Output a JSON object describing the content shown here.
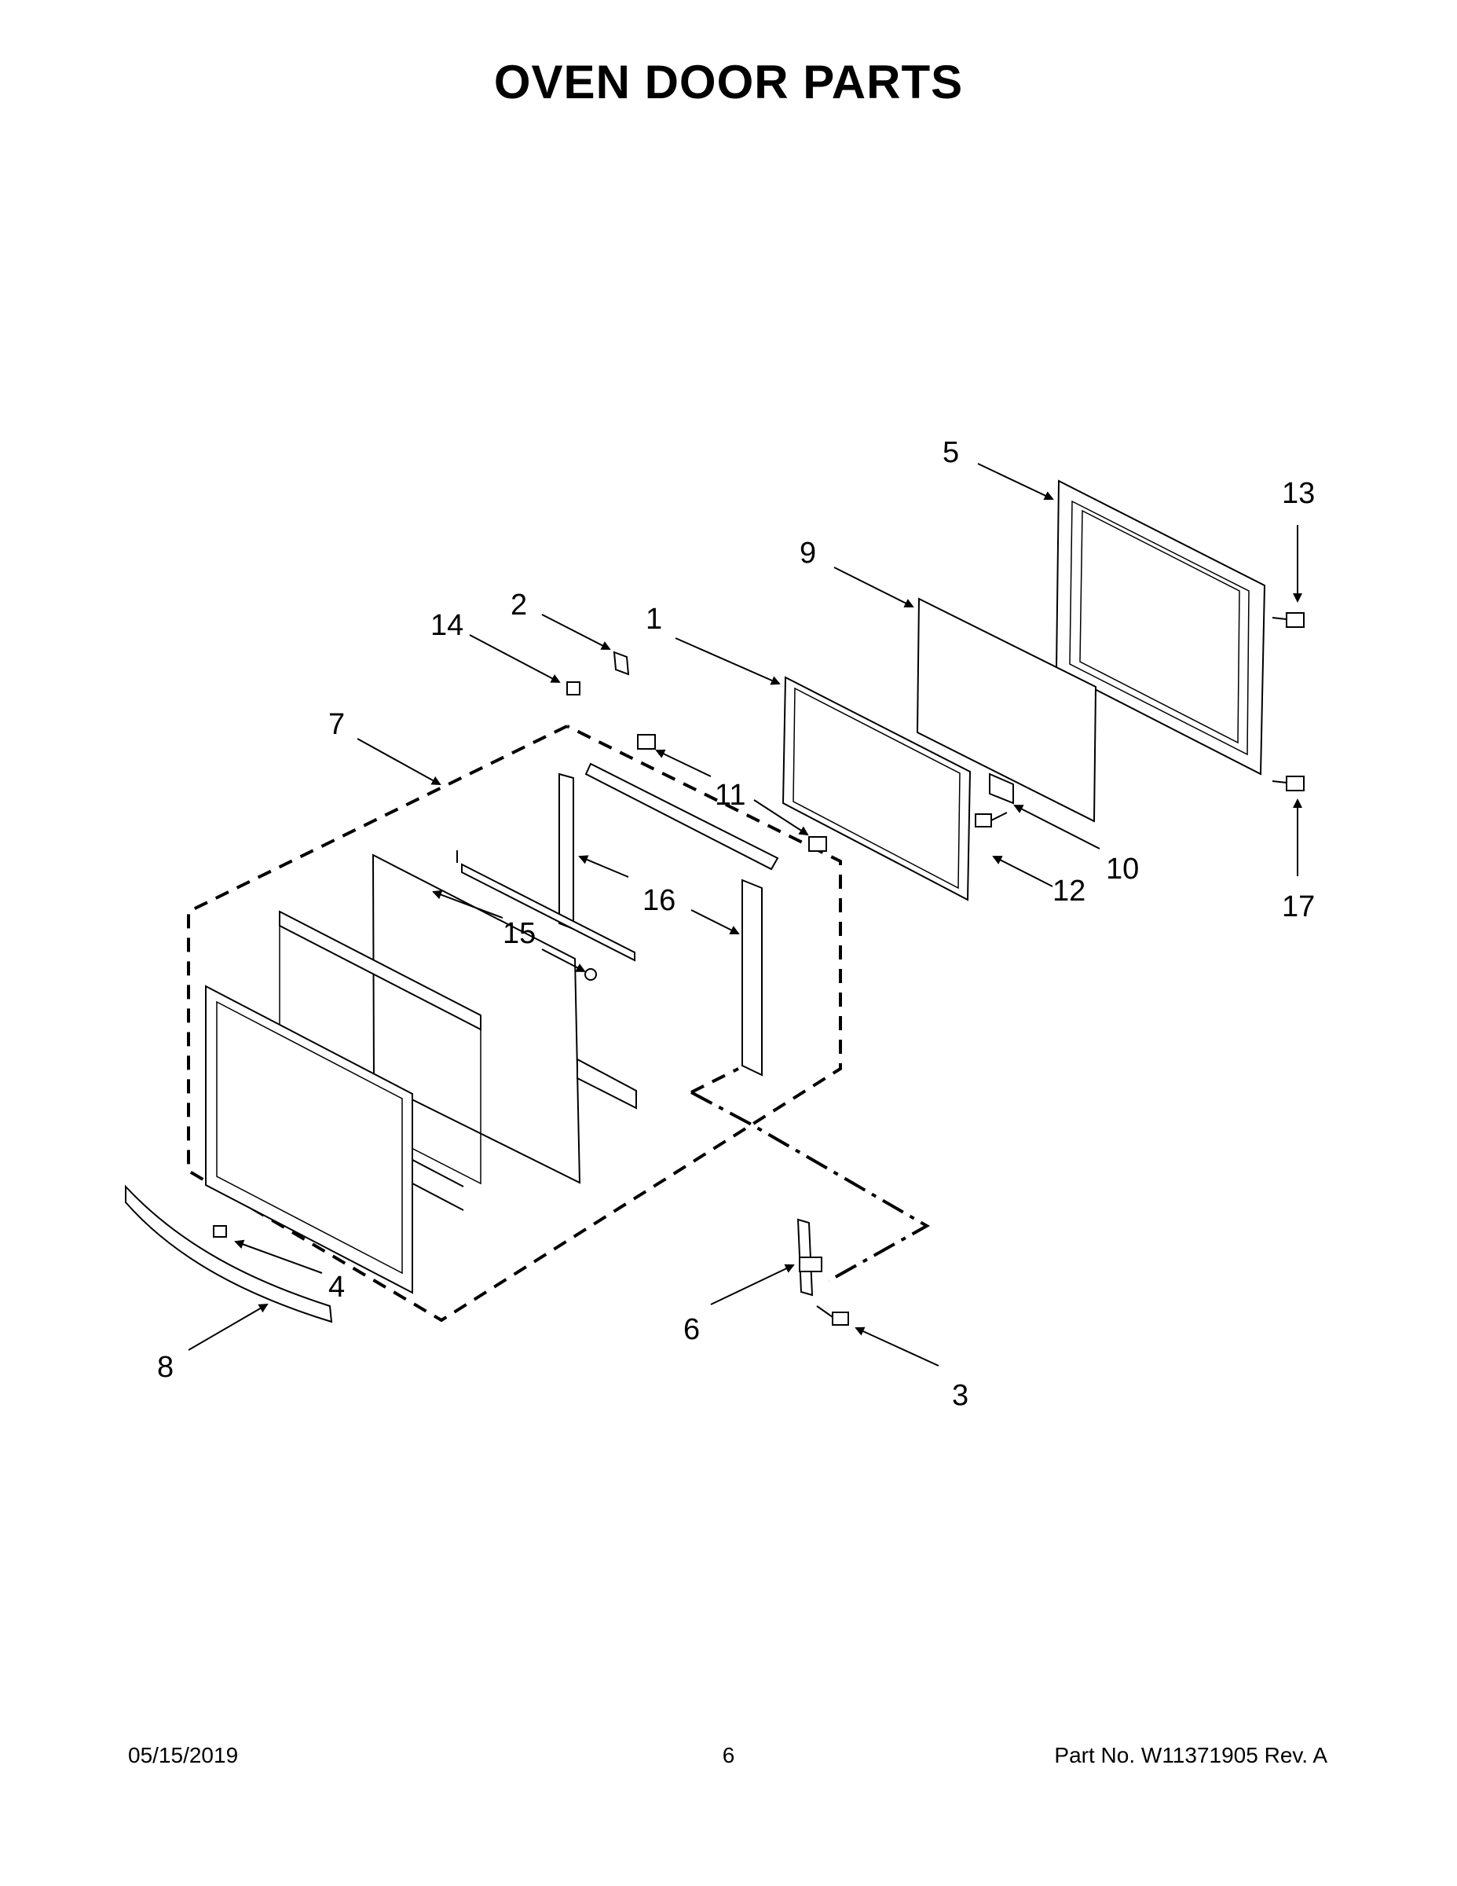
{
  "title": "OVEN DOOR PARTS",
  "callouts": [
    "1",
    "2",
    "3",
    "4",
    "5",
    "6",
    "7",
    "8",
    "9",
    "10",
    "11",
    "12",
    "13",
    "14",
    "15",
    "16",
    "17"
  ],
  "footer": {
    "date": "05/15/2019",
    "page": "6",
    "part_no": "Part No.  W11371905  Rev.  A"
  }
}
